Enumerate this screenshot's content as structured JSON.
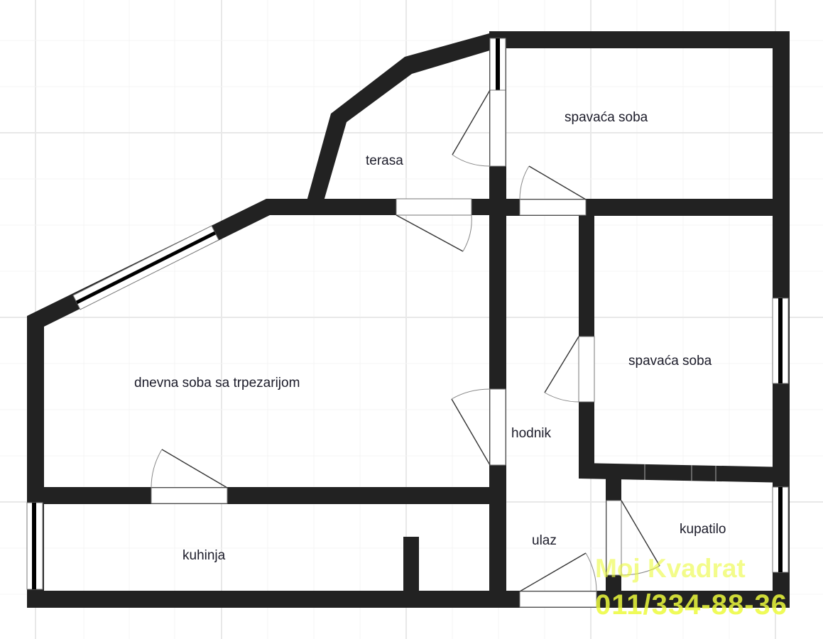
{
  "plan": {
    "rooms": [
      {
        "id": "terasa",
        "label": "terasa"
      },
      {
        "id": "spavaca-soba-1",
        "label": "spavaća soba"
      },
      {
        "id": "spavaca-soba-2",
        "label": "spavaća soba"
      },
      {
        "id": "dnevna-soba",
        "label": "dnevna soba sa trpezarijom"
      },
      {
        "id": "hodnik",
        "label": "hodnik"
      },
      {
        "id": "ulaz",
        "label": "ulaz"
      },
      {
        "id": "kupatilo",
        "label": "kupatilo"
      },
      {
        "id": "kuhinja",
        "label": "kuhinja"
      }
    ],
    "colors": {
      "wall": "#222222",
      "background": "#ffffff",
      "grid": "#eeeeee",
      "label": "#1c1c2a",
      "watermark": "#ecfa3c"
    }
  },
  "watermark": {
    "name": "Moj Kvadrat",
    "phone": "011/334-88-36"
  }
}
